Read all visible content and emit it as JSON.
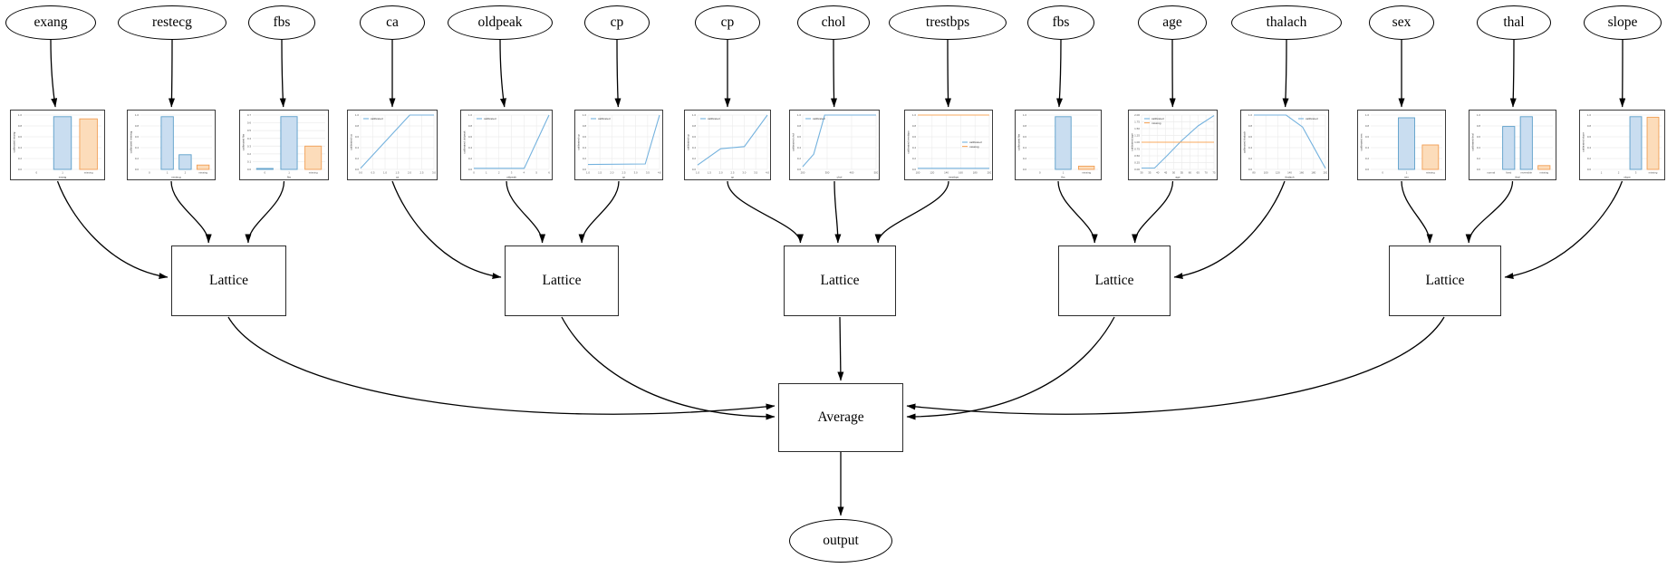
{
  "diagram": {
    "features": [
      {
        "label": "exang"
      },
      {
        "label": "restecg"
      },
      {
        "label": "fbs"
      },
      {
        "label": "ca"
      },
      {
        "label": "oldpeak"
      },
      {
        "label": "cp"
      },
      {
        "label": "cp"
      },
      {
        "label": "chol"
      },
      {
        "label": "trestbps"
      },
      {
        "label": "fbs"
      },
      {
        "label": "age"
      },
      {
        "label": "thalach"
      },
      {
        "label": "sex"
      },
      {
        "label": "thal"
      },
      {
        "label": "slope"
      }
    ],
    "lattices": [
      {
        "label": "Lattice",
        "inputs": [
          0,
          1,
          2
        ]
      },
      {
        "label": "Lattice",
        "inputs": [
          3,
          4,
          5
        ]
      },
      {
        "label": "Lattice",
        "inputs": [
          6,
          7,
          8
        ]
      },
      {
        "label": "Lattice",
        "inputs": [
          9,
          10,
          11
        ]
      },
      {
        "label": "Lattice",
        "inputs": [
          12,
          13,
          14
        ]
      }
    ],
    "combiner": {
      "label": "Average"
    },
    "output": {
      "label": "output"
    }
  },
  "colors": {
    "bar_blue_fill": "#c9ddf0",
    "bar_blue_edge": "#5b9ec9",
    "bar_orange_fill": "#fcdcba",
    "bar_orange_edge": "#f19e55",
    "line_blue": "#74b2de",
    "line_orange": "#f8a85e",
    "grid": "#ebebeb",
    "tick": "#555555",
    "edge": "#000000"
  },
  "chart_data": [
    {
      "type": "bar",
      "xlabel": "exang",
      "ylabel": "calibrated exang",
      "categories": [
        "0",
        "1",
        "missing"
      ],
      "yticks": [
        "0.0",
        "0.2",
        "0.4",
        "0.6",
        "0.8",
        "1.0"
      ],
      "ymax": 1,
      "bars": [
        {
          "category": "1",
          "value": 0.97,
          "color": "blue"
        },
        {
          "category": "missing",
          "value": 0.93,
          "color": "orange"
        }
      ]
    },
    {
      "type": "bar",
      "xlabel": "restecg",
      "ylabel": "calibrated restecg",
      "categories": [
        "0",
        "1",
        "2",
        "missing"
      ],
      "yticks": [
        "0.0",
        "0.2",
        "0.4",
        "0.6",
        "0.8",
        "1.0"
      ],
      "ymax": 1,
      "bars": [
        {
          "category": "1",
          "value": 0.97,
          "color": "blue"
        },
        {
          "category": "2",
          "value": 0.27,
          "color": "blue"
        },
        {
          "category": "missing",
          "value": 0.08,
          "color": "orange"
        }
      ]
    },
    {
      "type": "bar",
      "xlabel": "fbs",
      "ylabel": "calibrated fbs",
      "categories": [
        "0",
        "1",
        "missing"
      ],
      "yticks": [
        "0.0",
        "0.1",
        "0.2",
        "0.3",
        "0.4",
        "0.5",
        "0.6",
        "0.7"
      ],
      "ymax": 0.7,
      "bars": [
        {
          "category": "0",
          "value": 0.012,
          "color": "blue"
        },
        {
          "category": "1",
          "value": 0.68,
          "color": "blue"
        },
        {
          "category": "missing",
          "value": 0.3,
          "color": "orange"
        }
      ]
    },
    {
      "type": "line",
      "xlabel": "ca",
      "ylabel": "calibrated ca",
      "xticks": [
        "0.0",
        "0.5",
        "1.0",
        "1.5",
        "2.0",
        "2.5",
        "3.0"
      ],
      "yticks": [
        "0.0",
        "0.2",
        "0.4",
        "0.6",
        "0.8",
        "1.0"
      ],
      "ymax": 1,
      "legend": {
        "pos": "nw",
        "items": [
          "calibrated"
        ]
      },
      "series": [
        {
          "name": "calibrated",
          "color": "blue",
          "points": [
            [
              0,
              0.02
            ],
            [
              0.67,
              1.0
            ],
            [
              1,
              1.0
            ]
          ]
        }
      ]
    },
    {
      "type": "line",
      "xlabel": "oldpeak",
      "ylabel": "calibrated oldpeak",
      "xticks": [
        "0",
        "1",
        "2",
        "3",
        "4",
        "5",
        "6"
      ],
      "yticks": [
        "0.0",
        "0.2",
        "0.4",
        "0.6",
        "0.8",
        "1.0"
      ],
      "ymax": 1,
      "legend": {
        "pos": "nw",
        "items": [
          "calibrated"
        ]
      },
      "series": [
        {
          "name": "calibrated",
          "color": "blue",
          "points": [
            [
              0,
              0.02
            ],
            [
              0.67,
              0.02
            ],
            [
              1,
              1.0
            ]
          ]
        }
      ]
    },
    {
      "type": "line",
      "xlabel": "cp",
      "ylabel": "calibrated cp",
      "xticks": [
        "1.0",
        "1.5",
        "2.0",
        "2.5",
        "3.0",
        "3.5",
        "4.0"
      ],
      "yticks": [
        "0.0",
        "0.2",
        "0.4",
        "0.6",
        "0.8",
        "1.0"
      ],
      "ymax": 1,
      "legend": {
        "pos": "nw",
        "items": [
          "calibrated"
        ]
      },
      "series": [
        {
          "name": "calibrated",
          "color": "blue",
          "points": [
            [
              0,
              0.09
            ],
            [
              0.8,
              0.1
            ],
            [
              1,
              1.0
            ]
          ]
        }
      ]
    },
    {
      "type": "line",
      "xlabel": "cp",
      "ylabel": "calibrated cp",
      "xticks": [
        "1.0",
        "1.5",
        "2.0",
        "2.5",
        "3.0",
        "3.5",
        "4.0"
      ],
      "yticks": [
        "0.0",
        "0.2",
        "0.4",
        "0.6",
        "0.8",
        "1.0"
      ],
      "ymax": 1,
      "legend": {
        "pos": "nw",
        "items": [
          "calibrated"
        ]
      },
      "series": [
        {
          "name": "calibrated",
          "color": "blue",
          "points": [
            [
              0,
              0.08
            ],
            [
              0.33,
              0.38
            ],
            [
              0.67,
              0.42
            ],
            [
              1,
              1.0
            ]
          ]
        }
      ]
    },
    {
      "type": "line",
      "xlabel": "chol",
      "ylabel": "calibrated chol",
      "xticks": [
        "200",
        "300",
        "400",
        "500"
      ],
      "yticks": [
        "0.0",
        "0.2",
        "0.4",
        "0.6",
        "0.8",
        "1.0"
      ],
      "ymax": 1,
      "legend": {
        "pos": "nw",
        "items": [
          "calibrated"
        ]
      },
      "series": [
        {
          "name": "calibrated",
          "color": "blue",
          "points": [
            [
              0,
              0.05
            ],
            [
              0.15,
              0.28
            ],
            [
              0.3,
              1.0
            ],
            [
              1,
              1.0
            ]
          ]
        }
      ]
    },
    {
      "type": "line",
      "xlabel": "trestbps",
      "ylabel": "calibrated trestbps",
      "xticks": [
        "100",
        "120",
        "140",
        "160",
        "180",
        "200"
      ],
      "yticks": [
        "0.0",
        "0.2",
        "0.4",
        "0.6",
        "0.8",
        "1.0"
      ],
      "ymax": 1,
      "legend": {
        "pos": "e",
        "items": [
          "calibrated",
          "missing"
        ]
      },
      "series": [
        {
          "name": "calibrated",
          "color": "blue",
          "points": [
            [
              0,
              0.02
            ],
            [
              1,
              0.02
            ]
          ]
        },
        {
          "name": "missing",
          "color": "orange",
          "points": [
            [
              0,
              1.0
            ],
            [
              1,
              1.0
            ]
          ]
        }
      ]
    },
    {
      "type": "bar",
      "xlabel": "fbs",
      "ylabel": "calibrated fbs",
      "categories": [
        "0",
        "1",
        "missing"
      ],
      "yticks": [
        "0.0",
        "0.2",
        "0.4",
        "0.6",
        "0.8",
        "1.0"
      ],
      "ymax": 1,
      "bars": [
        {
          "category": "1",
          "value": 0.97,
          "color": "blue"
        },
        {
          "category": "missing",
          "value": 0.06,
          "color": "orange"
        }
      ]
    },
    {
      "type": "line",
      "xlabel": "age",
      "ylabel": "calibrated age",
      "xticks": [
        "30",
        "35",
        "40",
        "45",
        "50",
        "55",
        "60",
        "65",
        "70",
        "75"
      ],
      "yticks": [
        "0.00",
        "0.25",
        "0.50",
        "0.75",
        "1.00",
        "1.25",
        "1.50",
        "1.75",
        "2.00"
      ],
      "ymax": 2,
      "legend": {
        "pos": "nw",
        "items": [
          "calibrated",
          "missing"
        ]
      },
      "series": [
        {
          "name": "calibrated",
          "color": "blue",
          "points": [
            [
              0,
              0.05
            ],
            [
              0.18,
              0.05
            ],
            [
              0.35,
              0.5
            ],
            [
              0.55,
              1.05
            ],
            [
              0.78,
              1.6
            ],
            [
              1,
              1.98
            ]
          ]
        },
        {
          "name": "missing",
          "color": "orange",
          "points": [
            [
              0,
              1.0
            ],
            [
              1,
              1.0
            ]
          ]
        }
      ]
    },
    {
      "type": "line",
      "xlabel": "thalach",
      "ylabel": "calibrated thalach",
      "xticks": [
        "80",
        "100",
        "120",
        "140",
        "160",
        "180",
        "200"
      ],
      "yticks": [
        "0.0",
        "0.2",
        "0.4",
        "0.6",
        "0.8",
        "1.0"
      ],
      "ymax": 1,
      "legend": {
        "pos": "ne",
        "items": [
          "calibrated"
        ]
      },
      "series": [
        {
          "name": "calibrated",
          "color": "blue",
          "points": [
            [
              0,
              1.0
            ],
            [
              0.45,
              1.0
            ],
            [
              0.68,
              0.78
            ],
            [
              1,
              0.02
            ]
          ]
        }
      ]
    },
    {
      "type": "bar",
      "xlabel": "sex",
      "ylabel": "calibrated sex",
      "categories": [
        "0",
        "1",
        "missing"
      ],
      "yticks": [
        "0.0",
        "0.2",
        "0.4",
        "0.6",
        "0.8",
        "1.0"
      ],
      "ymax": 1,
      "bars": [
        {
          "category": "1",
          "value": 0.95,
          "color": "blue"
        },
        {
          "category": "missing",
          "value": 0.45,
          "color": "orange"
        }
      ]
    },
    {
      "type": "bar",
      "xlabel": "thal",
      "ylabel": "calibrated thal",
      "categories": [
        "normal",
        "fixed",
        "reversible",
        "missing"
      ],
      "yticks": [
        "0.0",
        "0.2",
        "0.4",
        "0.6",
        "0.8",
        "1.0"
      ],
      "ymax": 1,
      "bars": [
        {
          "category": "fixed",
          "value": 0.79,
          "color": "blue"
        },
        {
          "category": "reversible",
          "value": 0.97,
          "color": "blue"
        },
        {
          "category": "missing",
          "value": 0.07,
          "color": "orange"
        }
      ]
    },
    {
      "type": "bar",
      "xlabel": "slope",
      "ylabel": "calibrated slope",
      "categories": [
        "1",
        "2",
        "3",
        "missing"
      ],
      "yticks": [
        "0.0",
        "0.2",
        "0.4",
        "0.6",
        "0.8",
        "1.0"
      ],
      "ymax": 1,
      "bars": [
        {
          "category": "3",
          "value": 0.97,
          "color": "blue"
        },
        {
          "category": "missing",
          "value": 0.96,
          "color": "orange"
        }
      ]
    }
  ]
}
